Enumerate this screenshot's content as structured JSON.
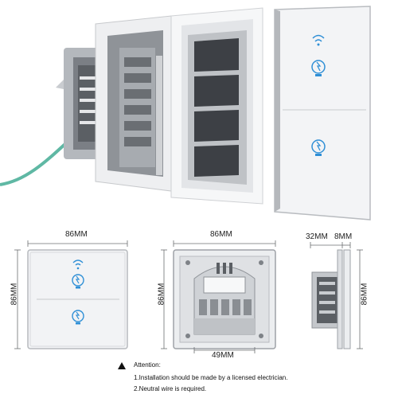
{
  "colors": {
    "glass": "#f2f3f5",
    "frame": "#d9dbde",
    "metal": "#8c9096",
    "dark_metal": "#4a4d52",
    "wire": "#5fb8a4",
    "touch_icon": "#2f8fd6",
    "dim_line": "#6d6f72"
  },
  "icons": [
    "wifi-icon",
    "bulb-touch-icon",
    "warning-triangle-icon"
  ],
  "dimensions": {
    "front_width": "86MM",
    "front_height": "86MM",
    "back_width": "86MM",
    "back_height": "86MM",
    "back_inner_width": "49MM",
    "side_depth": "32MM",
    "side_panel": "8MM",
    "side_height": "86MM"
  },
  "attention": {
    "title": "Attention:",
    "lines": [
      "1.Installation should be made by a licensed electrician.",
      "2.Neutral wire is required."
    ]
  }
}
